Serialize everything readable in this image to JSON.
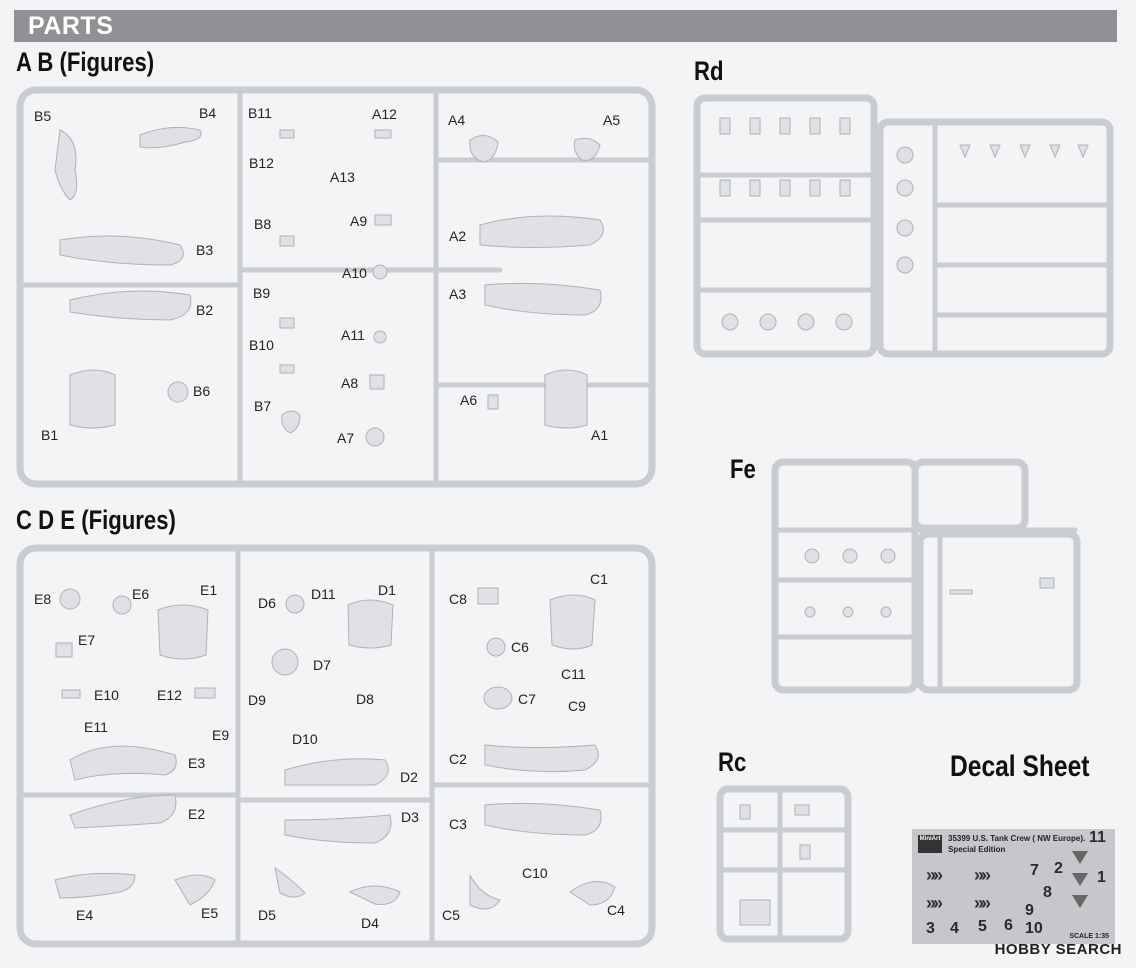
{
  "header": {
    "label": "PARTS"
  },
  "sprues": {
    "ab": {
      "title": "A B (Figures)"
    },
    "cde": {
      "title": "C D E (Figures)"
    },
    "rd": {
      "title": "Rd"
    },
    "fe": {
      "title": "Fe"
    },
    "rc": {
      "title": "Rc"
    }
  },
  "decal": {
    "title": "Decal Sheet",
    "brand": "MiniArt",
    "line1": "35399 U.S. Tank Crew ( NW Europe).",
    "line2": "Special Edition",
    "scale": "SCALE 1:35"
  },
  "watermark": {
    "text": "HOBBY SEARCH"
  },
  "labels_ab": [
    "B5",
    "B4",
    "B11",
    "A12",
    "A4",
    "A5",
    "B12",
    "A13",
    "B8",
    "A9",
    "A2",
    "B3",
    "A10",
    "A3",
    "B9",
    "B2",
    "B10",
    "A11",
    "B6",
    "A8",
    "A6",
    "B7",
    "B1",
    "A7",
    "A1"
  ],
  "labels_cde": [
    "E8",
    "E6",
    "E1",
    "D6",
    "D11",
    "D1",
    "C8",
    "C1",
    "E7",
    "D7",
    "C6",
    "C11",
    "E10",
    "E12",
    "D9",
    "D8",
    "C7",
    "C9",
    "E11",
    "E9",
    "D10",
    "E3",
    "C2",
    "D2",
    "E2",
    "D3",
    "C3",
    "C10",
    "E4",
    "E5",
    "D5",
    "D4",
    "C5",
    "C4"
  ],
  "decal_numbers": [
    "11",
    "7",
    "2",
    "1",
    "8",
    "9",
    "10",
    "3",
    "4",
    "5",
    "6"
  ]
}
